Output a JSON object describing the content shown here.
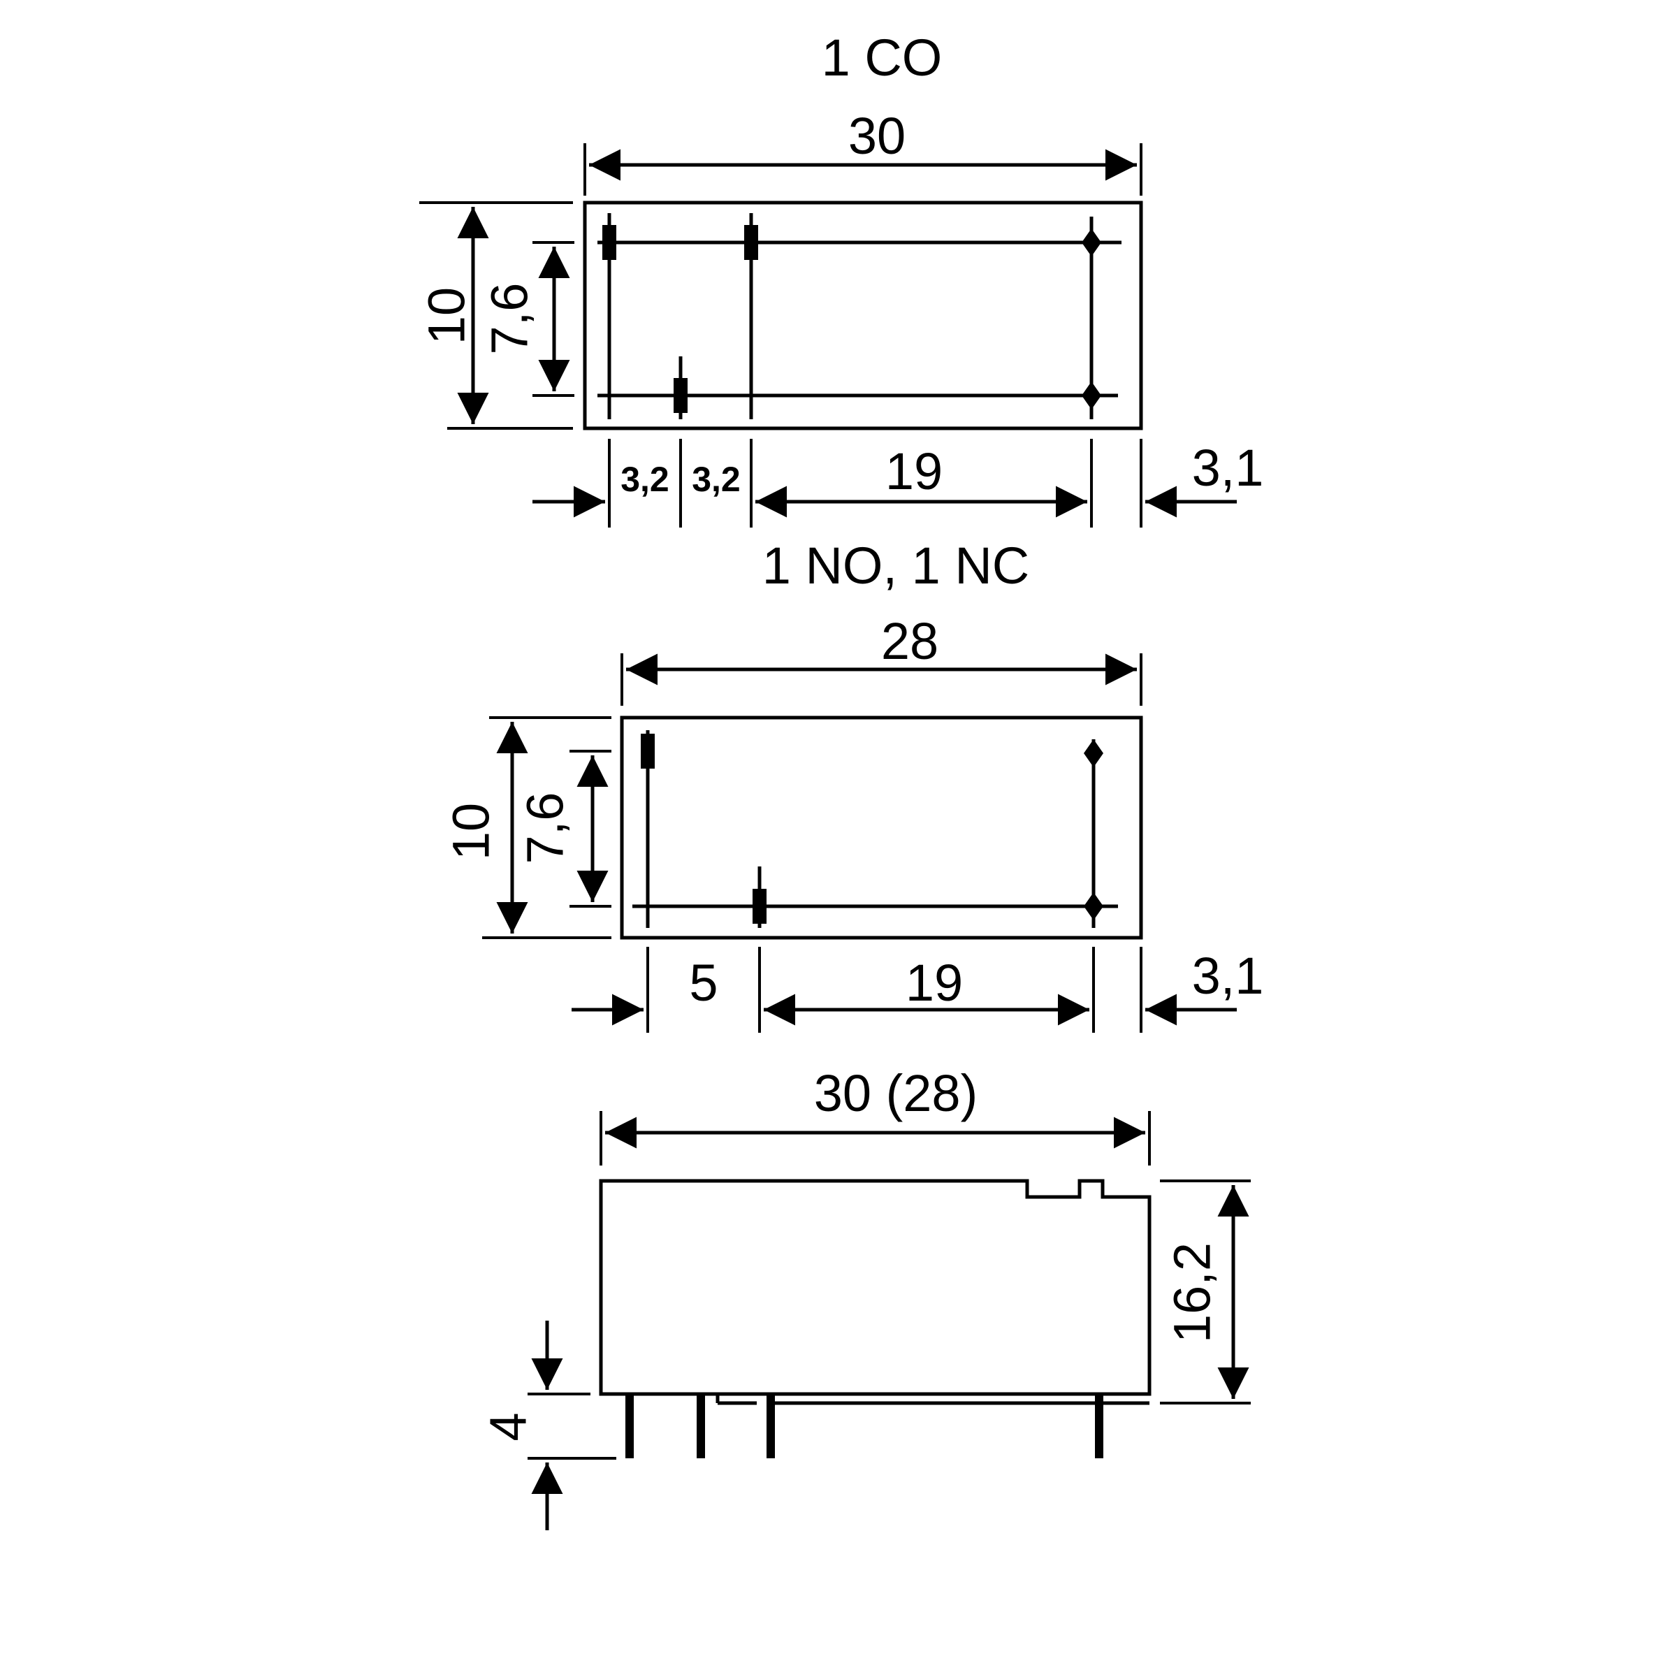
{
  "views": {
    "co": {
      "title": "1 CO",
      "length": "30",
      "width": "10",
      "pin_row_spacing": "7,6",
      "pitch_a": "3,2",
      "pitch_b": "3,2",
      "pitch_main": "19",
      "edge_offset": "3,1"
    },
    "nonc": {
      "title": "1 NO, 1 NC",
      "length": "28",
      "width": "10",
      "pin_row_spacing": "7,6",
      "pitch_a": "5",
      "pitch_main": "19",
      "edge_offset": "3,1"
    },
    "side": {
      "length": "30 (28)",
      "height": "16,2",
      "pin_length": "4"
    }
  },
  "colors": {
    "ink": "#000000",
    "paper": "#ffffff"
  }
}
